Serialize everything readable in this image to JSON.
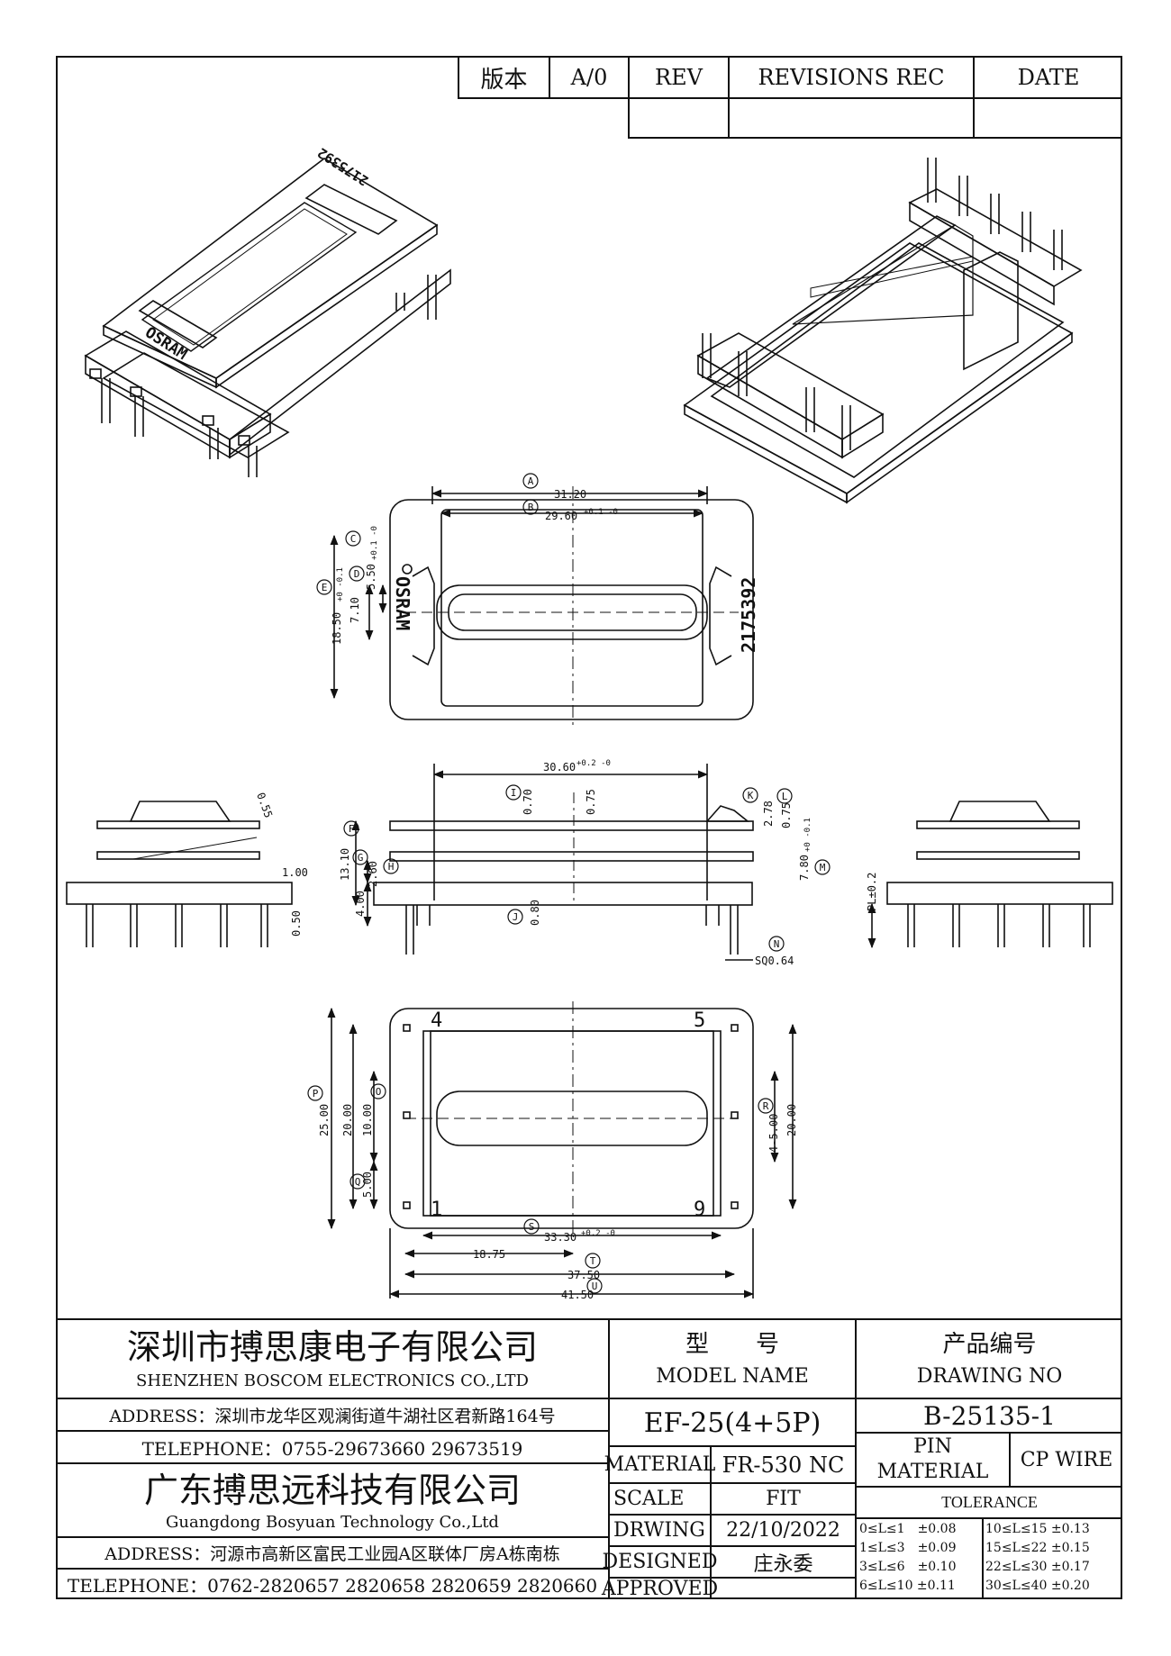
{
  "revision_block": {
    "version_label": "版本",
    "version_value": "A/0",
    "rev_label": "REV",
    "revisions_label": "REVISIONS REC",
    "date_label": "DATE"
  },
  "drawing": {
    "logo_text": "OSRAM",
    "part_number": "2175392",
    "mirrored_part_number": "2175392",
    "markers": [
      "A",
      "B",
      "C",
      "D",
      "E",
      "F",
      "G",
      "H",
      "I",
      "J",
      "K",
      "L",
      "M",
      "N",
      "O",
      "P",
      "Q",
      "R",
      "S",
      "T",
      "U"
    ],
    "dimensions": {
      "a": "31.20",
      "b": "29.60",
      "b_tol": "+0.1 -0",
      "c": "5.50",
      "c_tol": "+0.1 -0",
      "d": "7.10",
      "e": "18.50",
      "e_tol": "+0 -0.1",
      "width_front": "30.60",
      "width_front_tol": "+0.2 -0",
      "i": "0.70",
      "mid": "0.75",
      "k": "2.78",
      "l": "0.75",
      "m": "7.80",
      "m_tol": "+0 -0.1",
      "f": "13.10",
      "g": "2.60",
      "h": "4.00",
      "j": "0.80",
      "n": "SQ0.64",
      "side_a": "0.55",
      "side_b": "1.00",
      "side_c": "0.50",
      "pl": "PL±0.2",
      "p": "25.00",
      "p2": "20.00",
      "o": "10.00",
      "q": "5.00",
      "u": "20.00",
      "u2": "4-5.00",
      "r": "33.30",
      "r_tol": "+0.2 -0",
      "half": "18.75",
      "s": "37.50",
      "t": "41.50"
    },
    "pin_labels": [
      "4",
      "5",
      "1",
      "9"
    ]
  },
  "title_block": {
    "company_cn": "深圳市搏思康电子有限公司",
    "company_en": "SHENZHEN BOSCOM ELECTRONICS CO.,LTD",
    "address1": "ADDRESS：深圳市龙华区观澜街道牛湖社区君新路164号",
    "telephone1": "TELEPHONE：0755-29673660 29673519",
    "company2_cn": "广东搏思远科技有限公司",
    "company2_en": "Guangdong Bosyuan Technology Co.,Ltd",
    "address2": "ADDRESS：河源市高新区富民工业园A区联体厂房A栋南栋",
    "telephone2": "TELEPHONE：0762-2820657 2820658 2820659 2820660",
    "model_label_cn": "型　　号",
    "model_label_en": "MODEL NAME",
    "model_value": "EF-25(4+5P)",
    "drawing_label_cn": "产品编号",
    "drawing_label_en": "DRAWING NO",
    "drawing_value": "B-25135-1",
    "material_label": "MATERIAL",
    "material_value": "FR-530 NC",
    "scale_label": "SCALE",
    "scale_value": "FIT",
    "drwing_label": "DRWING",
    "drwing_value": "22/10/2022",
    "designed_label": "DESIGNED",
    "designed_value": "庄永委",
    "approved_label": "APPROVED",
    "approved_value": "",
    "pin_material_label1": "PIN",
    "pin_material_label2": "MATERIAL",
    "pin_material_value": "CP WIRE",
    "tolerance_label": "TOLERANCE",
    "tolerance": [
      "0≤L≤1　±0.08",
      "1≤L≤3　±0.09",
      "3≤L≤6　±0.10",
      "6≤L≤10 ±0.11",
      "10≤L≤15 ±0.13",
      "15≤L≤22 ±0.15",
      "22≤L≤30 ±0.17",
      "30≤L≤40 ±0.20"
    ]
  }
}
